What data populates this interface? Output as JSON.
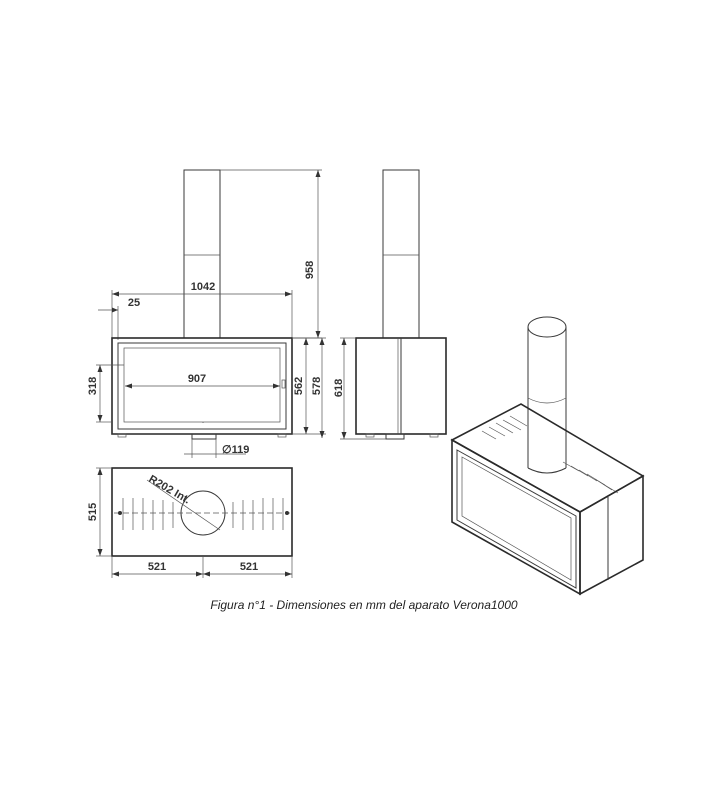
{
  "dimensions": {
    "front_width": "1042",
    "flue_offset": "25",
    "flue_height": "958",
    "glass_width": "907",
    "glass_bottom_height": "318",
    "body_height": "562",
    "total_height": "578",
    "side_height": "618",
    "flue_diameter": "119",
    "top_depth": "515",
    "half_width_left": "521",
    "half_width_right": "521",
    "radius_label": "R202 Int."
  },
  "symbols": {
    "diameter": "∅"
  },
  "caption": "Figura n°1 - Dimensiones en mm del aparato Verona1000",
  "colors": {
    "line": "#3a3a3a",
    "chimney_fill": "#f7f7f7"
  }
}
